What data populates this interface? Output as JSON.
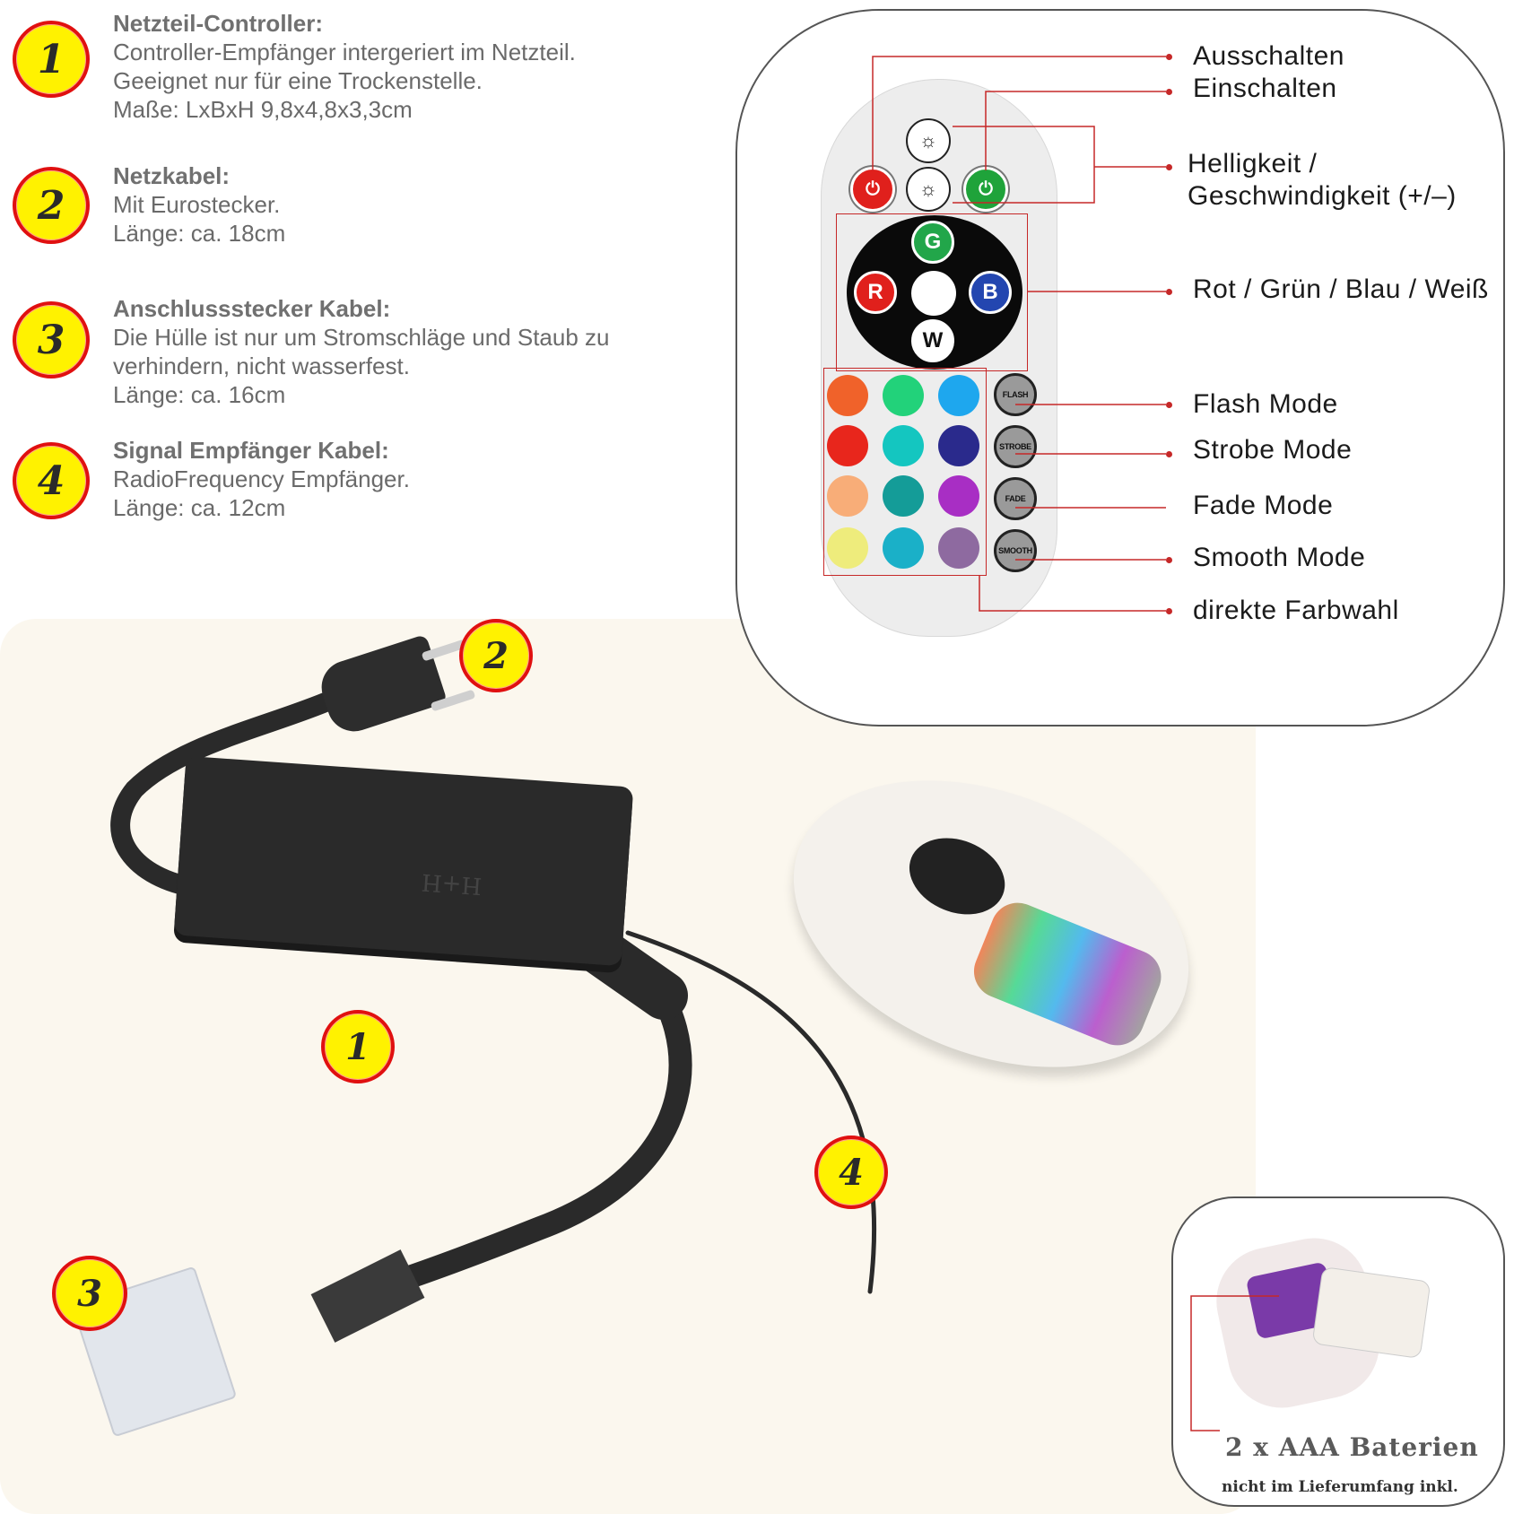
{
  "badges": [
    "1",
    "2",
    "3",
    "4"
  ],
  "info": [
    {
      "title": "Netzteil-Controller:",
      "lines": [
        "Controller-Empfänger intergeriert im Netzteil.",
        "Geeignet nur für eine Trockenstelle.",
        "Maße: LxBxH  9,8x4,8x3,3cm"
      ]
    },
    {
      "title": "Netzkabel:",
      "lines": [
        "Mit Eurostecker.",
        "Länge: ca. 18cm"
      ]
    },
    {
      "title": "Anschlussstecker Kabel:",
      "lines": [
        "Die Hülle ist nur um Stromschläge und Staub zu",
        "verhindern, nicht wasserfest.",
        "Länge: ca. 16cm"
      ]
    },
    {
      "title": "Signal Empfänger Kabel:",
      "lines": [
        "RadioFrequency Empfänger.",
        "Länge: ca. 12cm"
      ]
    }
  ],
  "remote": {
    "off_label": "OFF",
    "on_label": "ON",
    "wheel": {
      "g": "G",
      "r": "R",
      "b": "B",
      "w": "W"
    },
    "modes": [
      "FLASH",
      "STROBE",
      "FADE",
      "SMOOTH"
    ],
    "colors": [
      [
        "#f0622a",
        "#22d27a",
        "#1ea7ee"
      ],
      [
        "#e8261c",
        "#14c6c0",
        "#2a2a8c"
      ],
      [
        "#f8ad78",
        "#149c98",
        "#a82ec4"
      ],
      [
        "#eeec7c",
        "#1ab0c8",
        "#8e6aa0"
      ]
    ],
    "colors_meta": {
      "red": "#c62828",
      "green": "#2aa84a",
      "power_off": "#e0201c",
      "power_on": "#1fa33a"
    }
  },
  "labels": {
    "off": "Ausschalten",
    "on": "Einschalten",
    "bright1": "Helligkeit /",
    "bright2": "Geschwindigkeit (+/–)",
    "rgbw": "Rot / Grün / Blau / Weiß",
    "flash": "Flash Mode",
    "strobe": "Strobe Mode",
    "fade": "Fade Mode",
    "smooth": "Smooth Mode",
    "direct": "direkte Farbwahl"
  },
  "photo": {
    "controller_brand": "H+H"
  },
  "battery": {
    "title": "2 x AAA Baterien",
    "subtitle": "nicht im Lieferumfang inkl."
  }
}
